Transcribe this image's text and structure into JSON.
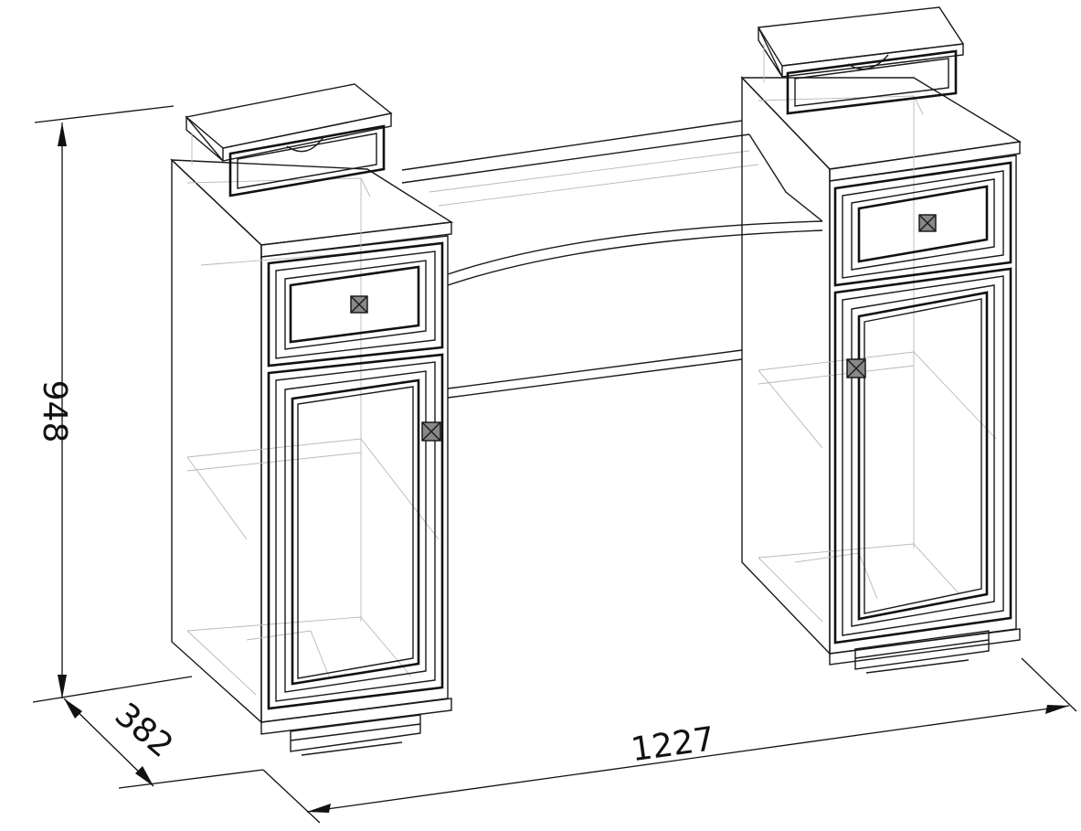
{
  "dimensions": {
    "height": "948",
    "depth": "382",
    "width": "1227"
  }
}
